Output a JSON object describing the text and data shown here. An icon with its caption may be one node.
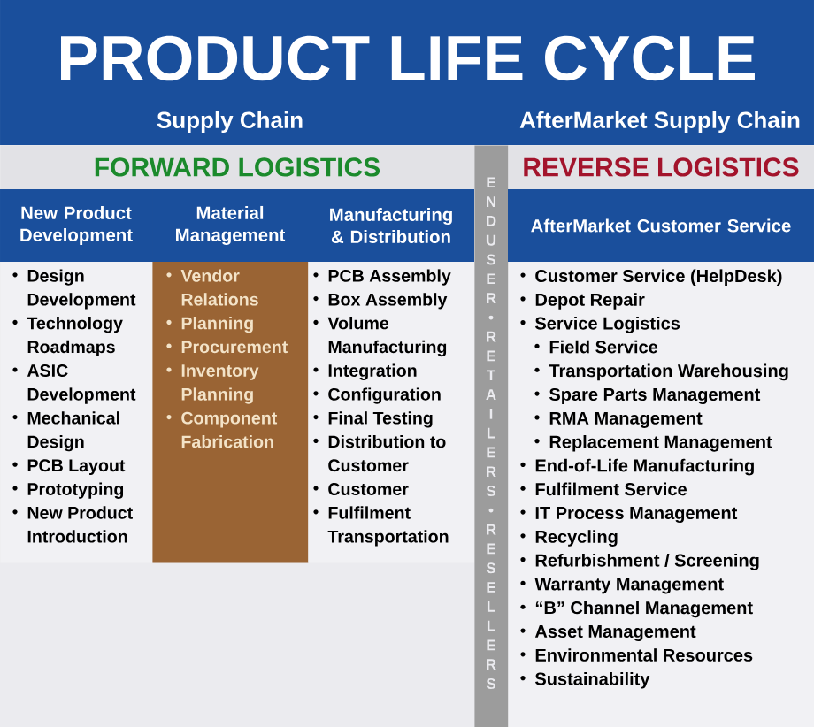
{
  "diagram": {
    "title": "PRODUCT LIFE CYCLE",
    "nodes": [
      {
        "text": [
          "Supply Chain"
        ]
      },
      {
        "text": [
          "AfterMarket Supply Chain"
        ]
      },
      {
        "text": [
          "FORWARD LOGISTICS"
        ]
      },
      {
        "text": [
          "New Product Development",
          "Design Development",
          "Technology Roadmaps",
          "ASIC Development",
          "Mechanical Design",
          "PCB Layout",
          "Prototyping",
          "New Product Introduction"
        ]
      },
      {
        "text": [
          "Material Management",
          "Vendor Relations",
          "Planning",
          "Procurement",
          "Inventory Planning",
          "Component Fabrication"
        ]
      },
      {
        "text": [
          "Manufacturing & Distribution",
          "PCB Assembly",
          "Box Assembly",
          "Volume Manufacturing",
          "Integration",
          "Configuration",
          "Final Testing",
          "Distribution to Customer",
          "Customer",
          "Fulfilment Transportation"
        ]
      },
      {
        "text": [
          "ENDUSER • RETAILERS • RESELLERS"
        ]
      },
      {
        "text": [
          "REVERSE LOGISTICS"
        ]
      },
      {
        "text": [
          "AfterMarket Customer Service",
          "Customer Service (HelpDesk)",
          "Depot Repair",
          "Service Logistics",
          "Field Service",
          "Transportation Warehousing",
          "Spare Parts Management",
          "RMA Management",
          "Replacement Management",
          "End-of-Life Manufacturing",
          "Fulfilment Service",
          "IT Process Management",
          "Recycling",
          "Refurbishment / Screening",
          "Warranty Management",
          "“B” Channel Management",
          "Asset Management",
          "Environmental Resources",
          "Sustainability"
        ]
      }
    ]
  }
}
